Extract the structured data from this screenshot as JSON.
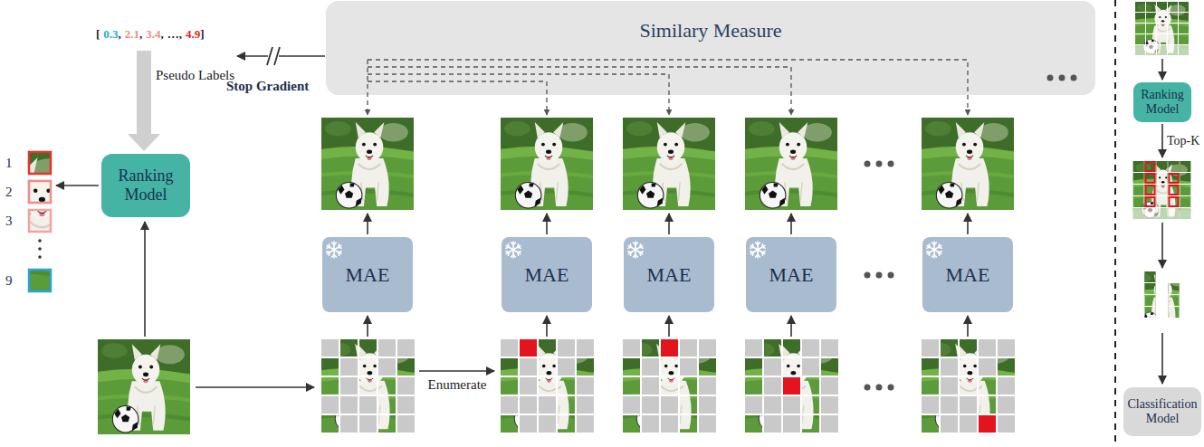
{
  "diagram": {
    "nodes": [
      {
        "text": [
          "Similary Measure"
        ]
      },
      {
        "text": [
          "Ranking Model"
        ]
      },
      {
        "text": [
          "MAE"
        ]
      },
      {
        "text": [
          "MAE"
        ]
      },
      {
        "text": [
          "MAE"
        ]
      },
      {
        "text": [
          "MAE"
        ]
      },
      {
        "text": [
          "MAE"
        ]
      },
      {
        "text": [
          "Ranking Model"
        ]
      },
      {
        "text": [
          "Classification Model"
        ]
      }
    ],
    "labels": [
      "[",
      "0.3",
      ",",
      "2.1",
      ",",
      "3.4",
      ",",
      "…",
      ",",
      "4.9",
      "]",
      "Stop Gradient",
      "Pseudo Labels",
      "1",
      "2",
      "3",
      "9",
      "Enumerate",
      "Top-K"
    ]
  }
}
